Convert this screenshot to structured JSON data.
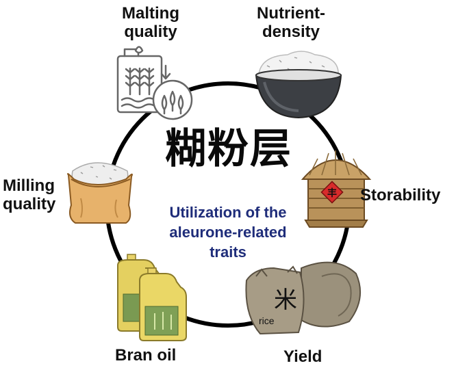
{
  "diagram": {
    "center_title": [
      "Utilization of the",
      "aleurone-related",
      "traits"
    ],
    "calligraphy": "糊粉层",
    "rice_bag_glyph": "米",
    "rice_bag_text": "rice",
    "labels": {
      "malting": [
        "Malting",
        "quality"
      ],
      "nutrient": [
        "Nutrient-",
        "density"
      ],
      "storability": "Storability",
      "yield": "Yield",
      "bran_oil": "Bran oil",
      "milling": [
        "Milling",
        "quality"
      ]
    },
    "colors": {
      "title_blue": "#1f2d7a",
      "ring": "#000000",
      "sack": "#e7b26b",
      "oil": "#e4d060",
      "bowl": "#3c3f44",
      "straw": "#c9a267",
      "burlap": "#a79c86"
    }
  }
}
